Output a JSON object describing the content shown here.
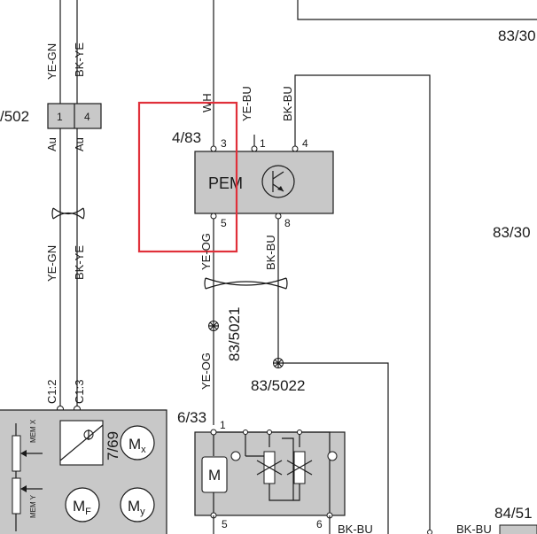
{
  "refs": {
    "top_right": "83/30",
    "mid_right": "83/30",
    "bottom_right": "84/51",
    "left_connector": "/502",
    "pem_location": "4/83",
    "splice_1": "83/5021",
    "splice_2": "83/5022",
    "bottom_component": "6/33",
    "connector_c1_2": "C1:2",
    "connector_c1_3": "C1:3",
    "connector_7_69": "7/69"
  },
  "wires": {
    "ye_gn_top": "YE-GN",
    "bk_ye_top": "BK-YE",
    "ye_gn_mid": "YE-GN",
    "bk_ye_mid": "BK-YE",
    "wh": "WH",
    "ye_bu": "YE-BU",
    "bk_bu_top": "BK-BU",
    "ye_og_1": "YE-OG",
    "bk_bu_mid": "BK-BU",
    "ye_og_2": "YE-OG",
    "bk_bu_bottom_1": "BK-BU",
    "bk_bu_bottom_2": "BK-BU"
  },
  "connector_pins": {
    "pin1": "1",
    "pin4": "4",
    "au1": "Au",
    "au2": "Au"
  },
  "pem": {
    "label": "PEM",
    "pin_3": "3",
    "pin_1": "1",
    "pin_4": "4",
    "pin_5": "5",
    "pin_8": "8"
  },
  "motor_module": {
    "mx": "M",
    "mx_sub": "x",
    "mf": "M",
    "mf_sub": "F",
    "my": "M",
    "my_sub": "y",
    "mem_x": "MEM X",
    "mem_y": "MEM Y"
  },
  "bottom_component": {
    "motor": "M",
    "pin_1": "1",
    "pin_5": "5",
    "pin_6": "6"
  },
  "colors": {
    "highlight": "#e0303a",
    "module_fill": "#c8c8c8",
    "line": "#1a1a1a"
  }
}
